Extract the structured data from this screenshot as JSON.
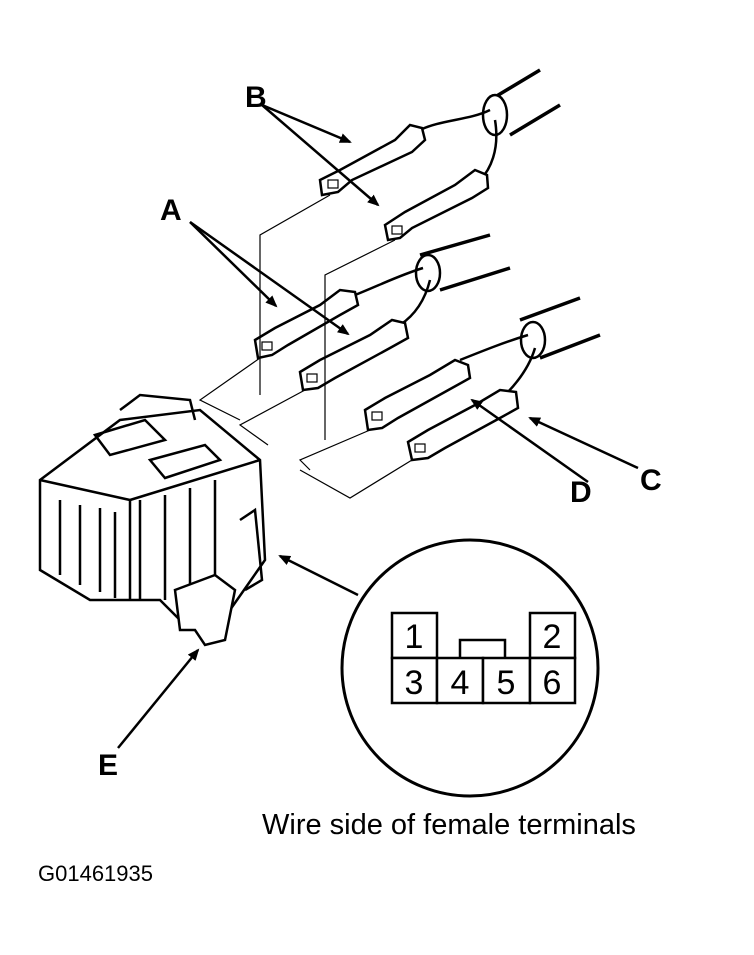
{
  "labels": {
    "a": "A",
    "b": "B",
    "c": "C",
    "d": "D",
    "e": "E"
  },
  "pinout": {
    "pins": [
      "1",
      "2",
      "3",
      "4",
      "5",
      "6"
    ]
  },
  "caption": "Wire side of female terminals",
  "figure_id": "G01461935"
}
